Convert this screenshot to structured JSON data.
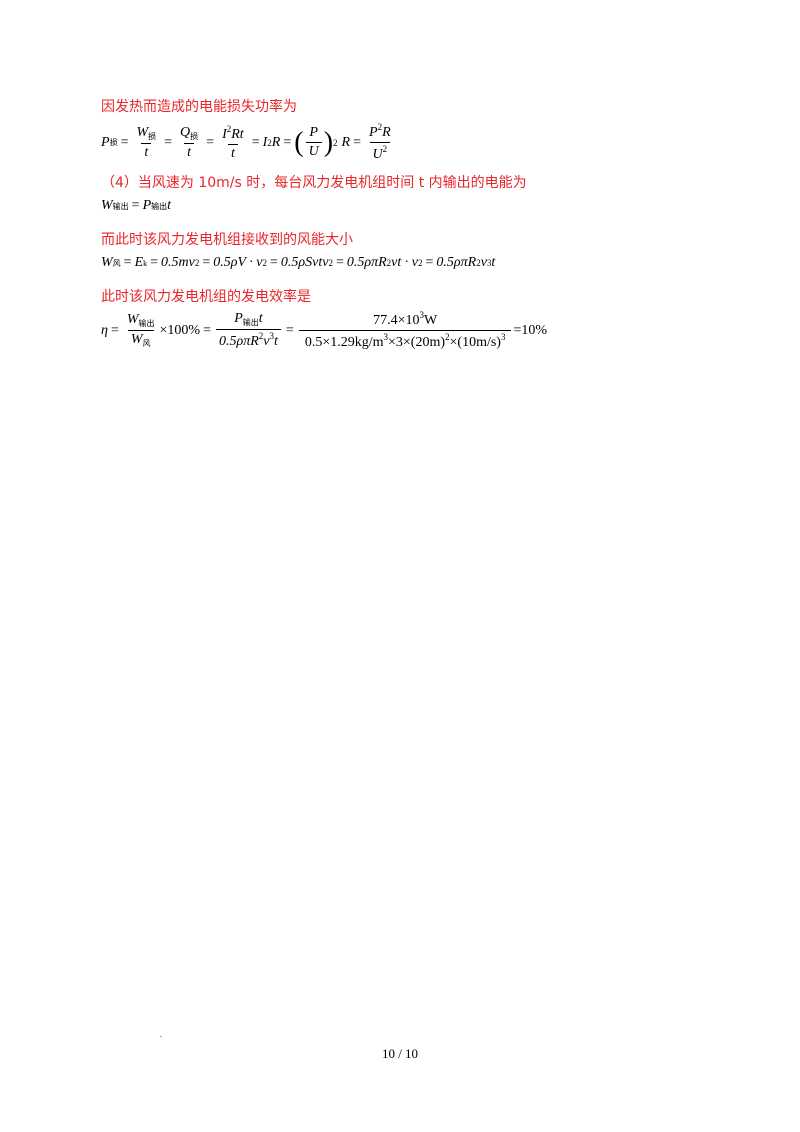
{
  "lines": {
    "l1": "因发热而造成的电能损失功率为",
    "l2": "（4）当风速为 10m/s 时，每台风力发电机组时间 t 内输出的电能为",
    "l3": "而此时该风力发电机组接收到的风能大小",
    "l4": "此时该风力发电机组的发电效率是"
  },
  "eq1": {
    "P": "P",
    "P_sub": "损",
    "W": "W",
    "W_sub": "损",
    "Q": "Q",
    "Q_sub": "损",
    "t": "t",
    "I2Rt": "I",
    "I_sup": "2",
    "Rt": "Rt",
    "I2R": "I",
    "I2R_sup": "2",
    "R": "R",
    "PU_num": "P",
    "PU_den": "U",
    "PU_sup": "2",
    "R2": "R",
    "last_num_P": "P",
    "last_num_sup": "2",
    "last_num_R": "R",
    "last_den_U": "U",
    "last_den_sup": "2"
  },
  "eq2": {
    "W": "W",
    "W_sub": "输出",
    "P": "P",
    "P_sub": "输出",
    "t": "t"
  },
  "eq3": {
    "W": "W",
    "W_sub": "风",
    "Ek": "E",
    "Ek_sub": "k",
    "t1": "0.5mv",
    "t1_sup": "2",
    "t2": "0.5ρV · v",
    "t2_sup": "2",
    "t3": "0.5ρSvtv",
    "t3_sup": "2",
    "t4a": "0.5ρπR",
    "t4_sup": "2",
    "t4b": "vt · v",
    "t4_sup2": "2",
    "t5a": "0.5ρπR",
    "t5_sup": "2",
    "t5b": "v",
    "t5_sup2": "3",
    "t5c": "t"
  },
  "eq4": {
    "eta": "η",
    "f1_num": "W",
    "f1_num_sub": "输出",
    "f1_den": "W",
    "f1_den_sub": "风",
    "times100": "×100%",
    "f2_num": "P",
    "f2_num_sub": "输出",
    "f2_num_t": "t",
    "f2_den_a": "0.5ρπR",
    "f2_den_sup": "2",
    "f2_den_b": "v",
    "f2_den_sup2": "3",
    "f2_den_c": "t",
    "f3_num": "77.4×10",
    "f3_num_sup": "3",
    "f3_num_unit": "W",
    "f3_den_a": "0.5×1.29kg/m",
    "f3_den_sup": "3",
    "f3_den_b": "×3×(20m)",
    "f3_den_sup2": "2",
    "f3_den_c": "×(10m/s)",
    "f3_den_sup3": "3",
    "result": "=10%"
  },
  "footer": {
    "page": "10  /  10",
    "dot": "."
  }
}
